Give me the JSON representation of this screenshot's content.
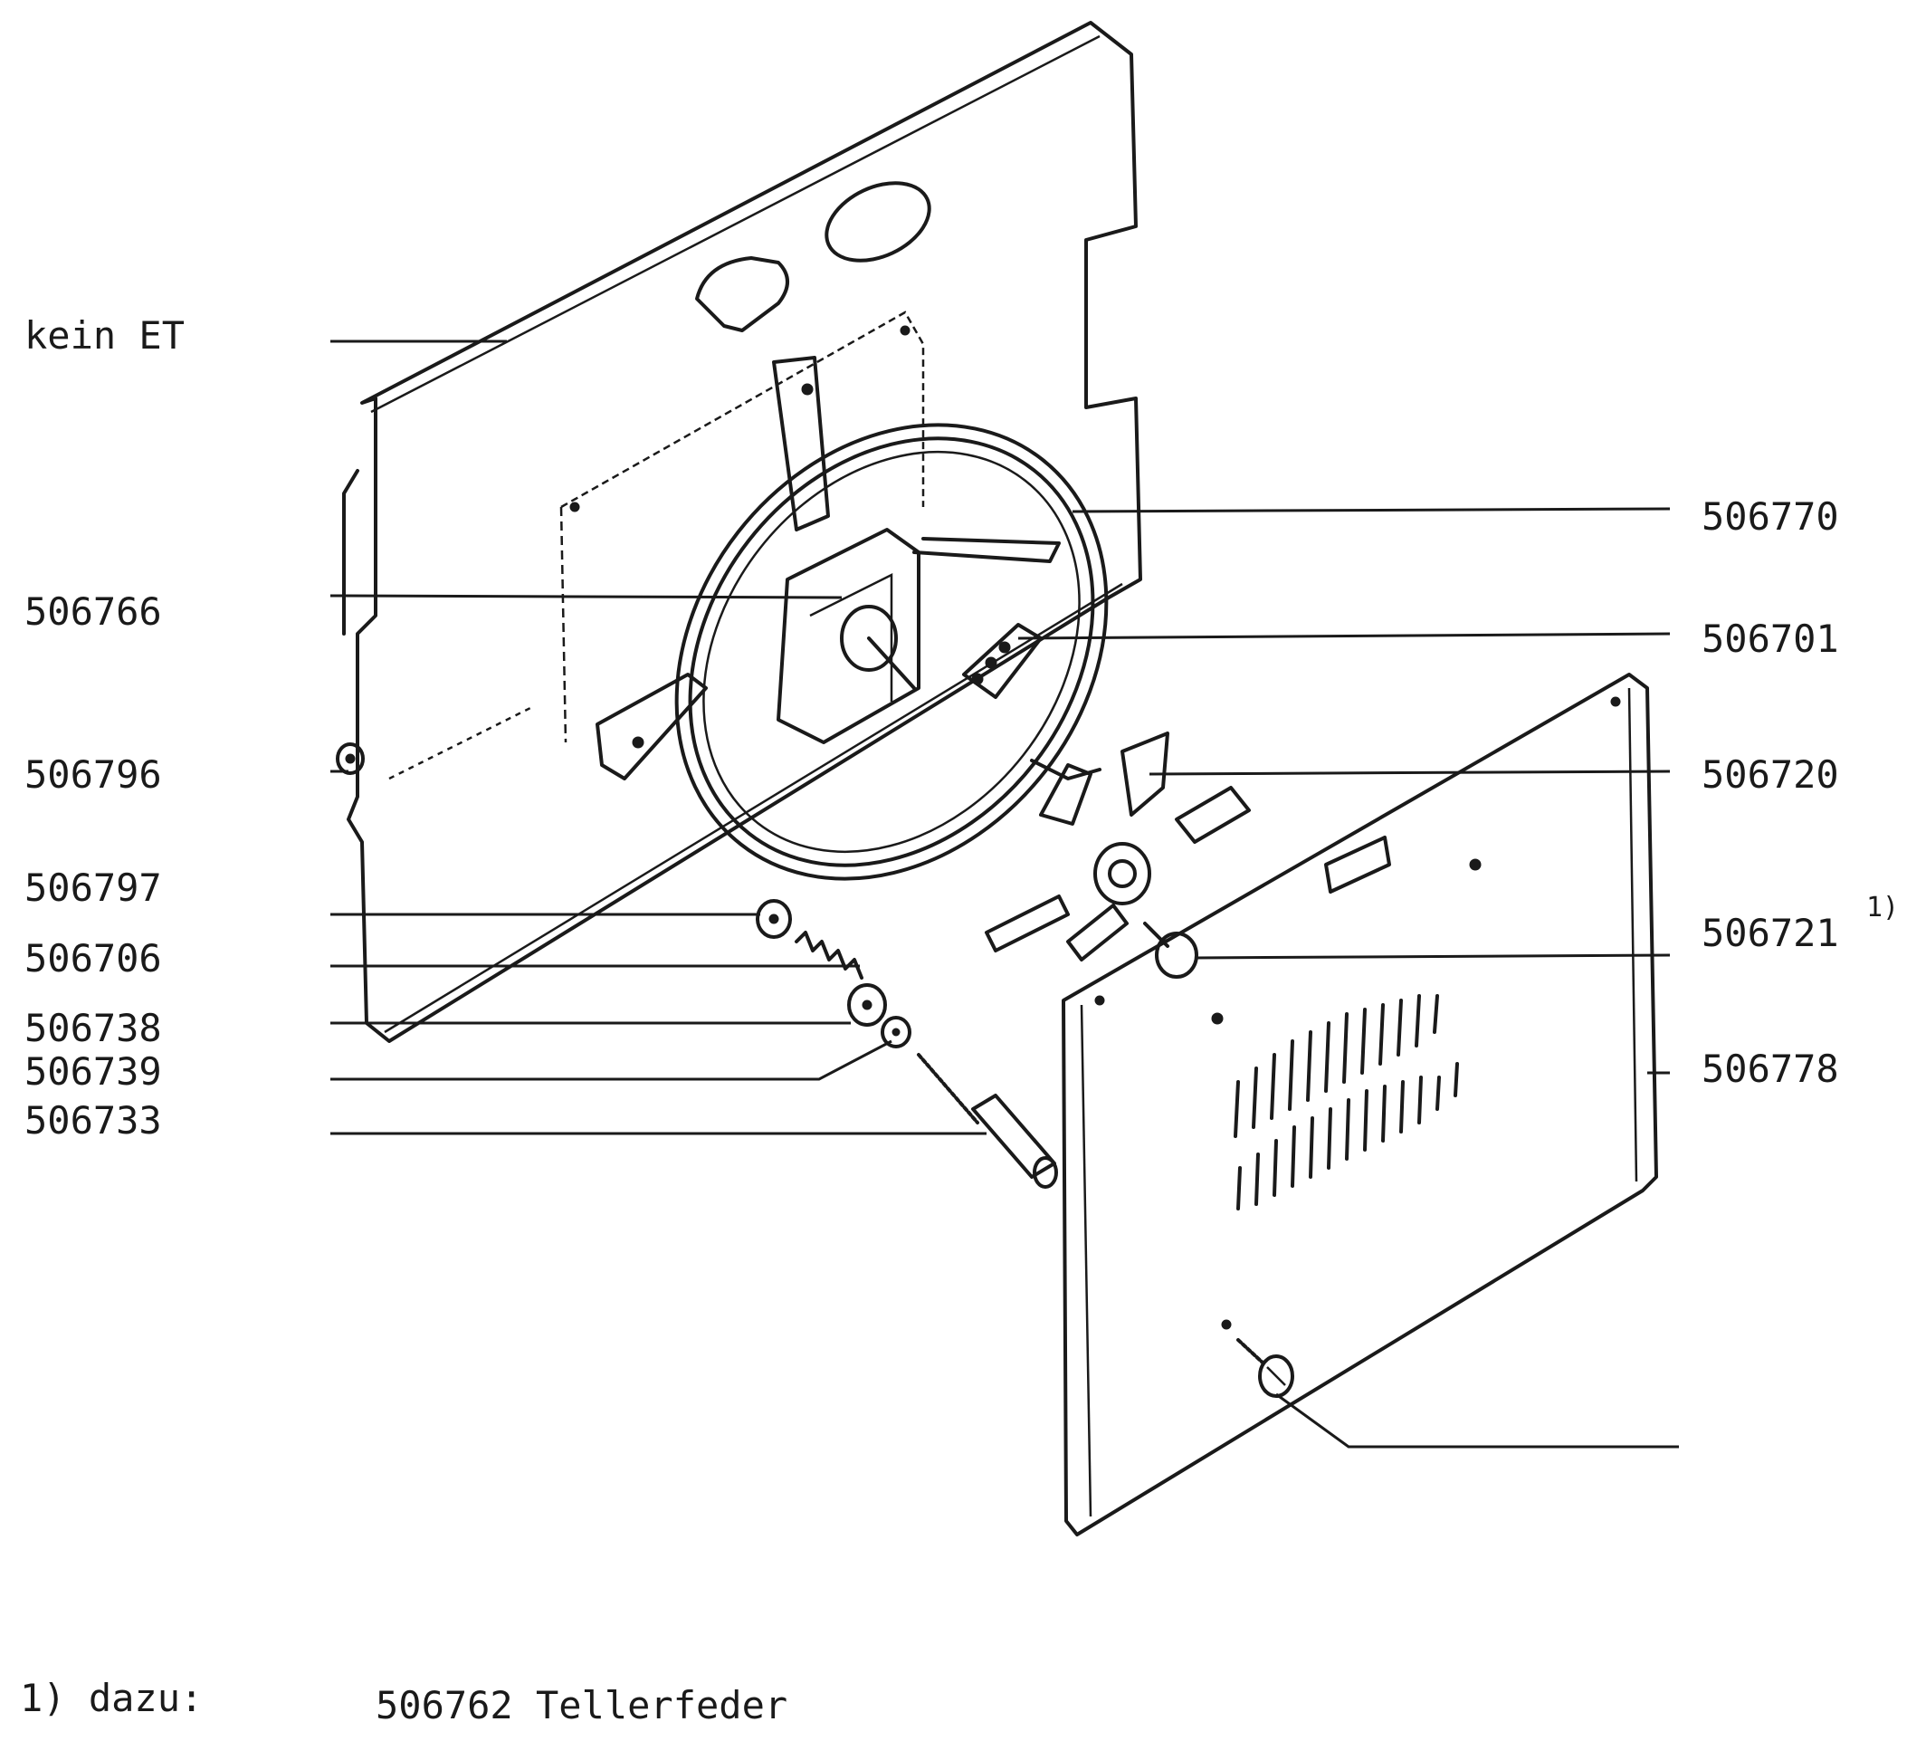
{
  "labels": {
    "kein_et": "kein ET",
    "p506766": "506766",
    "p506796": "506796",
    "p506797": "506797",
    "p506706": "506706",
    "p506738": "506738",
    "p506739": "506739",
    "p506733": "506733",
    "p506770": "506770",
    "p506701": "506701",
    "p506720": "506720",
    "p506721": "506721",
    "p506721_sup": "1)",
    "p506778": "506778"
  },
  "footnote": {
    "marker": "1) dazu:",
    "text": "506762 Tellerfeder"
  }
}
